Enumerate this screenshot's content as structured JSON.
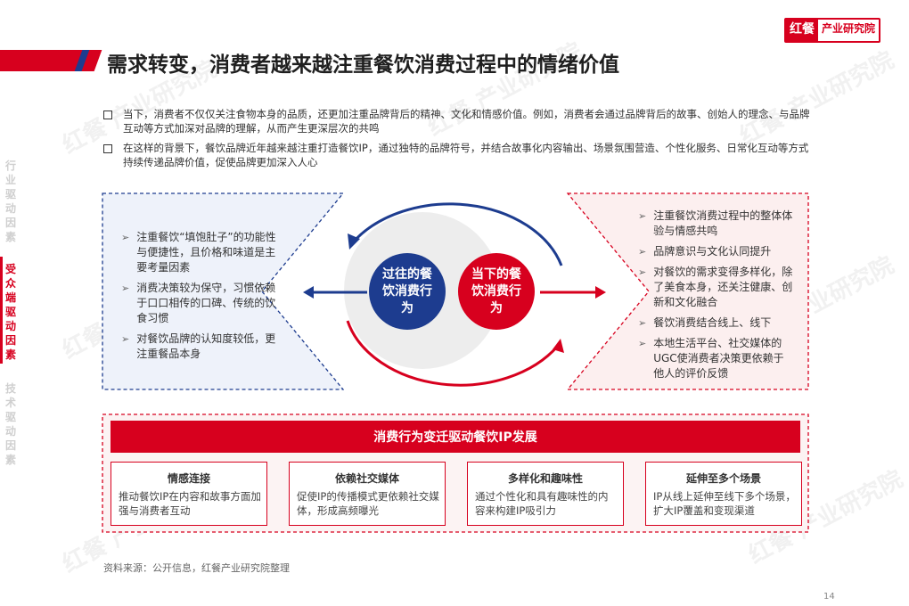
{
  "header": {
    "title": "需求转变，消费者越来越注重餐饮消费过程中的情绪价值",
    "logo_red": "红餐",
    "logo_text": "产业研究院"
  },
  "watermark": "红餐 产业研究院",
  "bullets": [
    "当下，消费者不仅仅关注食物本身的品质，还更加注重品牌背后的精神、文化和情感价值。例如，消费者会通过品牌背后的故事、创始人的理念、与品牌互动等方式加深对品牌的理解，从而产生更深层次的共鸣",
    "在这样的背景下，餐饮品牌近年越来越注重打造餐饮IP，通过独特的品牌符号，并结合故事化内容输出、场景氛围营造、个性化服务、日常化互动等方式持续传递品牌价值，促使品牌更加深入人心"
  ],
  "side_nav": {
    "item1": "行业驱动因素",
    "item2": "受众端驱动因素",
    "item3": "技术驱动因素"
  },
  "center": {
    "past": "过往的餐饮消费行为",
    "now": "当下的餐饮消费行为"
  },
  "left_points": [
    "注重餐饮“填饱肚子”的功能性与便捷性，且价格和味道是主要考量因素",
    "消费决策较为保守，习惯依赖于口口相传的口碑、传统的饮食习惯",
    "对餐饮品牌的认知度较低，更注重餐品本身"
  ],
  "right_points": [
    "注重餐饮消费过程中的整体体验与情感共鸣",
    "品牌意识与文化认同提升",
    "对餐饮的需求变得多样化，除了美食本身，还关注健康、创新和文化融合",
    "餐饮消费结合线上、线下",
    "本地生活平台、社交媒体的UGC使消费者决策更依赖于他人的评价反馈"
  ],
  "bottom": {
    "banner": "消费行为变迁驱动餐饮IP发展",
    "cards": [
      {
        "title": "情感连接",
        "desc": "推动餐饮IP在内容和故事方面加强与消费者互动"
      },
      {
        "title": "依赖社交媒体",
        "desc": "促使IP的传播模式更依赖社交媒体，形成高频曝光"
      },
      {
        "title": "多样化和趣味性",
        "desc": "通过个性化和具有趣味性的内容来构建IP吸引力"
      },
      {
        "title": "延伸至多个场景",
        "desc": "IP从线上延伸至线下多个场景，扩大IP覆盖和变现渠道"
      }
    ]
  },
  "source": "资料来源：公开信息，红餐产业研究院整理",
  "page_number": "14",
  "colors": {
    "red": "#d7001e",
    "navy": "#1d3c8f"
  }
}
